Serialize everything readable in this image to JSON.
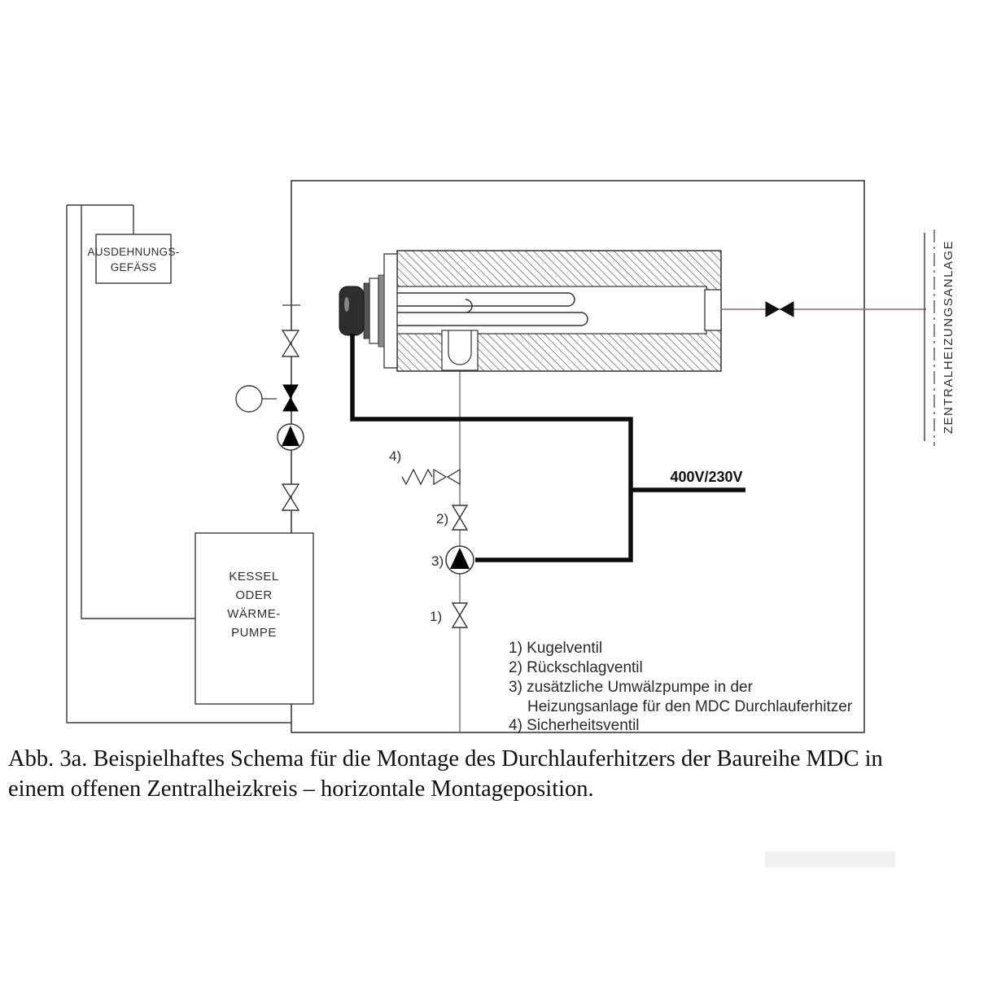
{
  "figure": {
    "caption_line1": "Abb. 3a. Beispielhaftes Schema für die Montage des Durchlauferhitzers der Baureihe MDC in",
    "caption_line2": "einem offenen Zentralheizkreis – horizontale Montageposition."
  },
  "diagram": {
    "expansion_vessel": {
      "line1": "AUSDEHNUNGS-",
      "line2": "GEFÄSS"
    },
    "boiler": {
      "line1": "KESSEL",
      "line2": "ODER",
      "line3": "WÄRME-",
      "line4": "PUMPE"
    },
    "voltage_label": "400V/230V",
    "central_heating_label": "ZENTRALHEIZUNGSANLAGE",
    "markers": {
      "valve1": "1)",
      "valve2": "2)",
      "pump3": "3)",
      "safety4": "4)"
    },
    "legend": {
      "item1": "1) Kugelventil",
      "item2": "2) Rückschlagventil",
      "item3a": "3) zusätzliche Umwälzpumpe in der",
      "item3b": "Heizungsanlage für den MDC Durchlauferhitzer",
      "item4": "4) Sicherheitsventil"
    },
    "colors": {
      "line": "#3a3a3a",
      "heating_pipe": "#96655a",
      "cable": "#0d0d0d"
    }
  }
}
